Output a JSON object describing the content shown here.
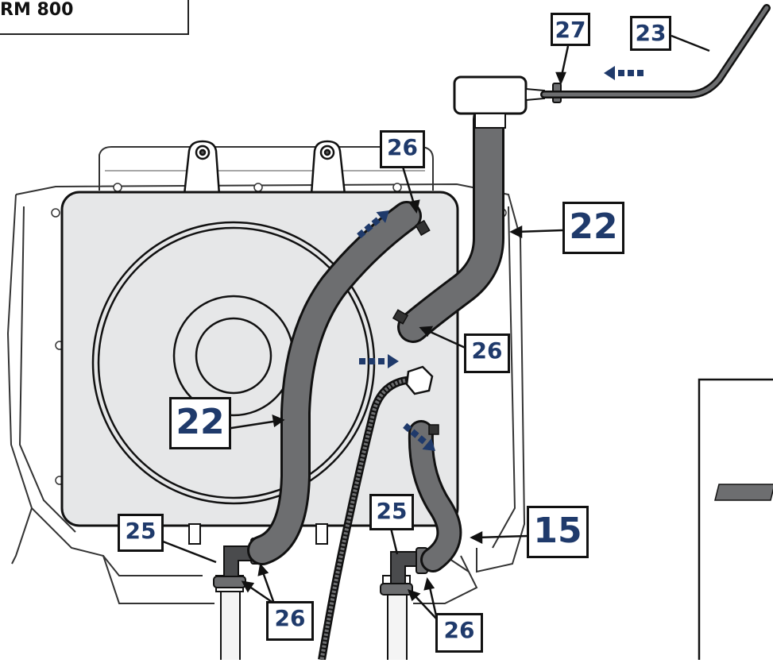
{
  "model": {
    "label": "RM 800"
  },
  "callouts": {
    "c27": "27",
    "c23": "23",
    "c26_top": "26",
    "c22_right": "22",
    "c26_mid": "26",
    "c22_left": "22",
    "c25_left": "25",
    "c25_right": "25",
    "c15": "15",
    "c26_bl": "26",
    "c26_br": "26"
  },
  "colors": {
    "hose": "#6d6e70",
    "panel": "#e6e7e8",
    "outline": "#1a1a1a",
    "arrow": "#1f3a6b",
    "label_text": "#1f3a6b"
  }
}
